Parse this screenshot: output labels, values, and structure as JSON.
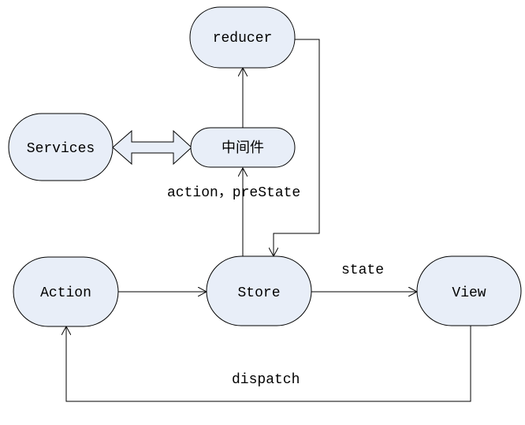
{
  "nodes": {
    "reducer": "reducer",
    "services": "Services",
    "middleware": "中间件",
    "action": "Action",
    "store": "Store",
    "view": "View"
  },
  "edge_labels": {
    "action_prestate": "action，preState",
    "state": "state",
    "dispatch": "dispatch"
  },
  "colors": {
    "node_fill": "#e8eef8",
    "stroke": "#000000",
    "background": "#ffffff"
  }
}
